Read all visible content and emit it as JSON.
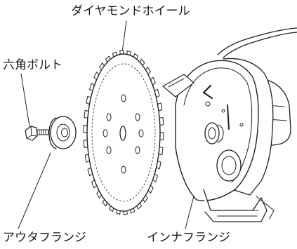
{
  "labels": {
    "diamond_wheel": "ダイヤモンドホイール",
    "hex_bolt": "六角ボルト",
    "outer_flange": "アウタフランジ",
    "inner_flange": "インナフランジ"
  }
}
